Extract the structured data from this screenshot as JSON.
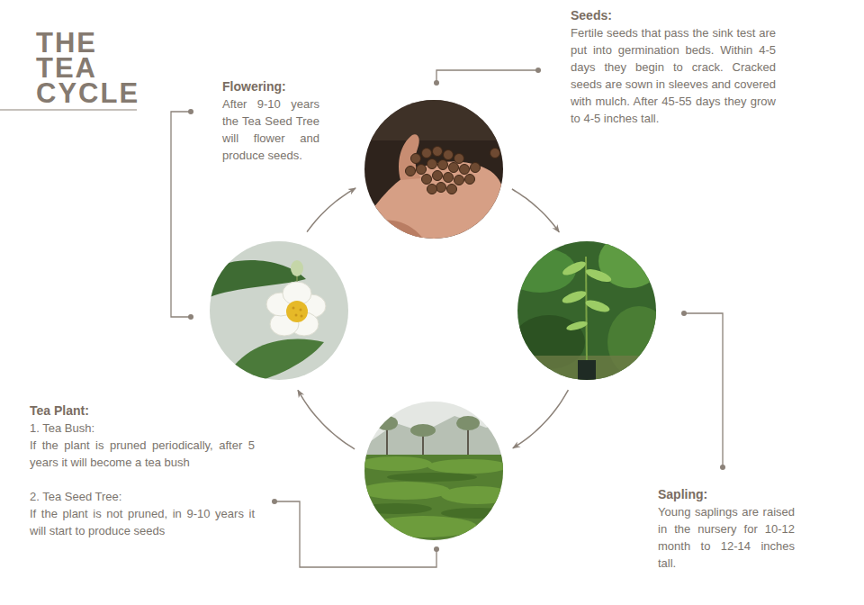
{
  "diagram": {
    "title": "THE TEA CYCLE",
    "nodes": [
      {
        "text": [
          "Seeds:",
          "Fertile seeds that pass the sink test are put into germination beds. Within 4-5 days they begin to crack. Cracked seeds are sown in sleeves and covered with mulch. After 45-55 days they grow to 4-5 inches tall."
        ]
      },
      {
        "text": [
          "Sapling:",
          "Young saplings are raised in the nursery for 10-12 month to 12-14 inches tall."
        ]
      },
      {
        "text": [
          "Tea Plant:",
          "1. Tea Bush:",
          "If the plant is pruned periodically, after 5 years it will become a tea bush",
          "2. Tea Seed Tree:",
          "If the plant is not pruned, in 9-10 years it will start to produce seeds"
        ]
      },
      {
        "text": [
          "Flowering:",
          "After 9-10 years the Tea Seed Tree will flower and produce seeds."
        ]
      }
    ],
    "edges": [
      {
        "from": 0,
        "to": 1,
        "arrow": "to"
      },
      {
        "from": 1,
        "to": 2,
        "arrow": "to"
      },
      {
        "from": 2,
        "to": 3,
        "arrow": "to"
      },
      {
        "from": 3,
        "to": 0,
        "arrow": "to"
      }
    ]
  }
}
